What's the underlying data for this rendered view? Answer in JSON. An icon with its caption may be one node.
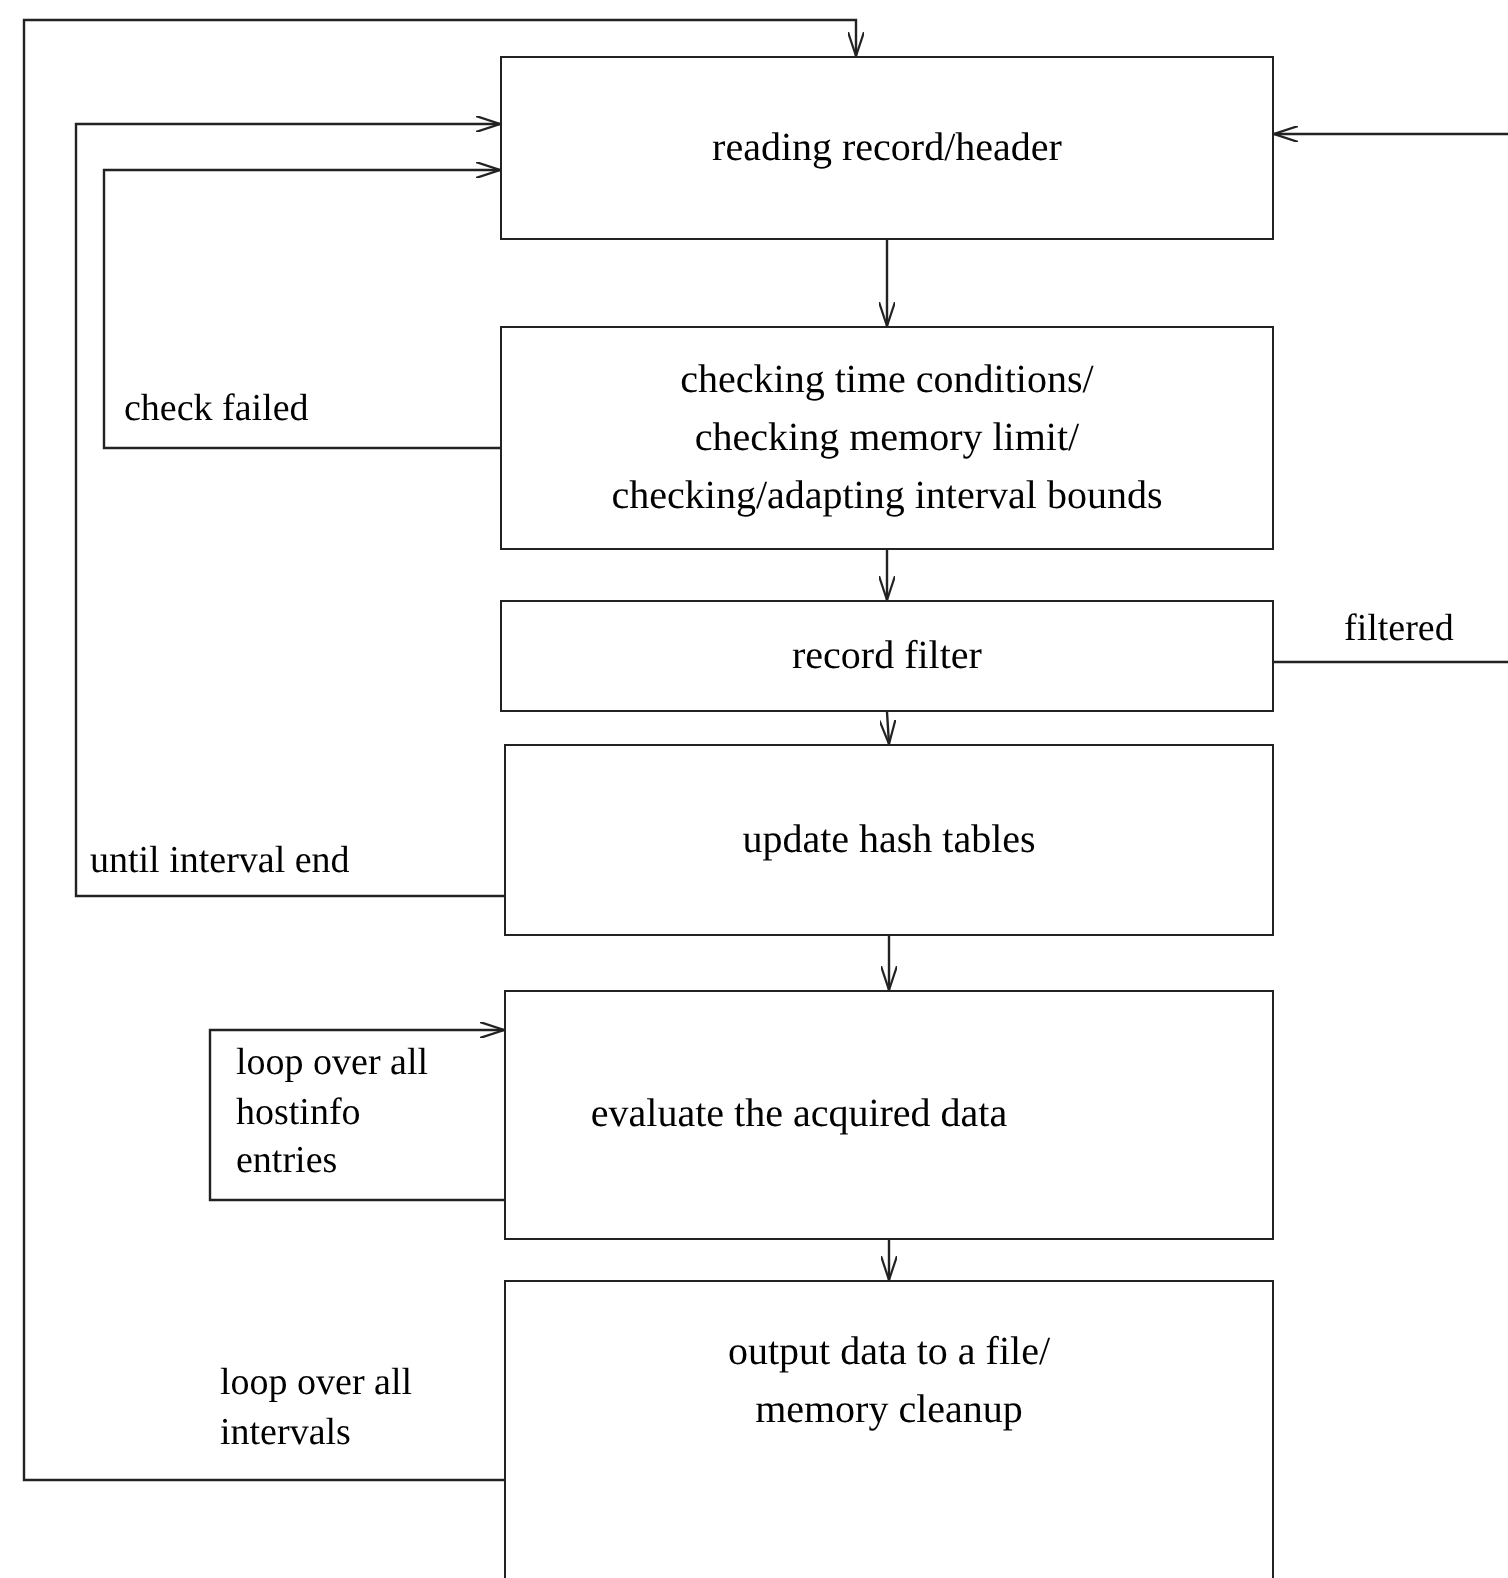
{
  "diagram": {
    "nodes": [
      {
        "text": [
          "reading record/header"
        ]
      },
      {
        "text": [
          "checking time conditions/ checking memory limit/ checking/adapting interval bounds"
        ]
      },
      {
        "text": [
          "record filter"
        ]
      },
      {
        "text": [
          "update hash tables"
        ]
      },
      {
        "text": [
          "evaluate the acquired data"
        ]
      },
      {
        "text": [
          "output data to a file/ memory cleanup"
        ]
      }
    ],
    "edges": [
      {
        "from": 0,
        "to": 1,
        "arrow": "to"
      },
      {
        "from": 1,
        "to": 2,
        "arrow": "to"
      },
      {
        "from": 2,
        "to": 3,
        "arrow": "to"
      },
      {
        "from": 3,
        "to": 4,
        "arrow": "to"
      },
      {
        "from": 4,
        "to": 5,
        "arrow": "to"
      },
      {
        "from": 1,
        "to": 0,
        "arrow": "to",
        "label": "check failed"
      },
      {
        "from": 3,
        "to": 0,
        "arrow": "to",
        "label": "until interval end"
      },
      {
        "from": 4,
        "to": 4,
        "arrow": "to",
        "label": "loop over all hostinfo entries"
      },
      {
        "from": 5,
        "to": 0,
        "arrow": "to",
        "label": "loop over all intervals"
      },
      {
        "from": null,
        "to": 0,
        "arrow": "to"
      },
      {
        "from": 2,
        "to": null,
        "arrow": "none",
        "label": "filtered"
      }
    ]
  }
}
